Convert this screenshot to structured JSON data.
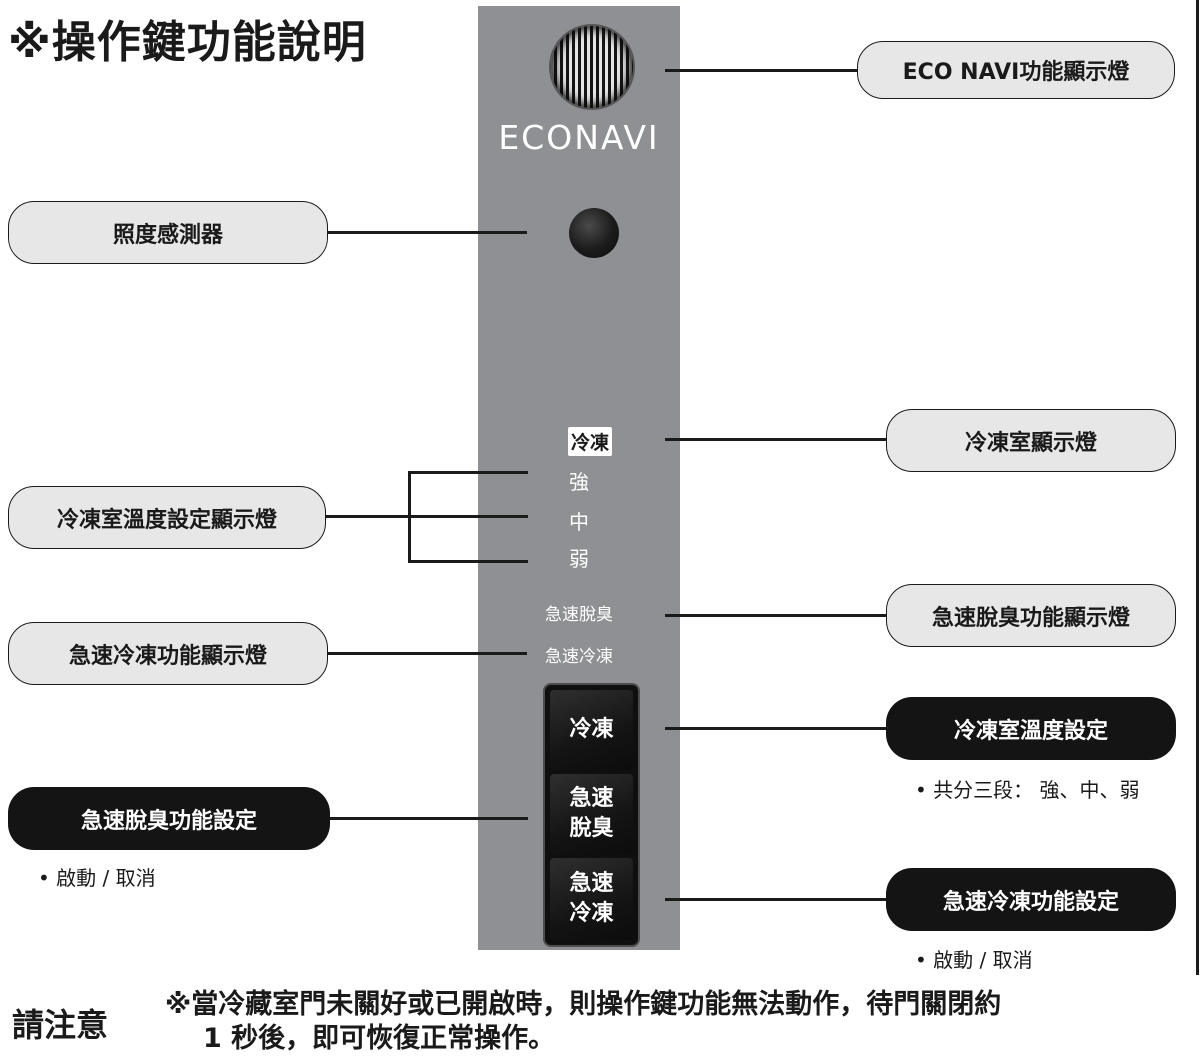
{
  "title": "※操作鍵功能說明",
  "panel": {
    "brand": "ECONAVI",
    "freeze_label": "冷凍",
    "levels": [
      "強",
      "中",
      "弱"
    ],
    "quick_deodorize": "急速脫臭",
    "quick_freeze": "急速冷凍",
    "buttons": {
      "freeze": "冷凍",
      "deodorize_line1": "急速",
      "deodorize_line2": "脫臭",
      "quickfreeze_line1": "急速",
      "quickfreeze_line2": "冷凍"
    }
  },
  "callouts": {
    "econavi_indicator": "ECO NAVI功能顯示燈",
    "light_sensor": "照度感測器",
    "freezer_indicator": "冷凍室顯示燈",
    "freezer_temp_indicator": "冷凍室溫度設定顯示燈",
    "deodorize_indicator": "急速脫臭功能顯示燈",
    "quick_freeze_indicator": "急速冷凍功能顯示燈",
    "freezer_temp_setting": "冷凍室溫度設定",
    "deodorize_setting": "急速脫臭功能設定",
    "quick_freeze_setting": "急速冷凍功能設定"
  },
  "notes": {
    "freezer_temp_setting": "• 共分三段： 強、中、弱",
    "deodorize_setting": "• 啟動 / 取消",
    "quick_freeze_setting": "• 啟動 / 取消"
  },
  "warning": {
    "heading": "請注意",
    "line1": "※當冷藏室門未關好或已開啟時，則操作鍵功能無法動作，待門關閉約",
    "line2": "1 秒後，即可恢復正常操作。"
  }
}
